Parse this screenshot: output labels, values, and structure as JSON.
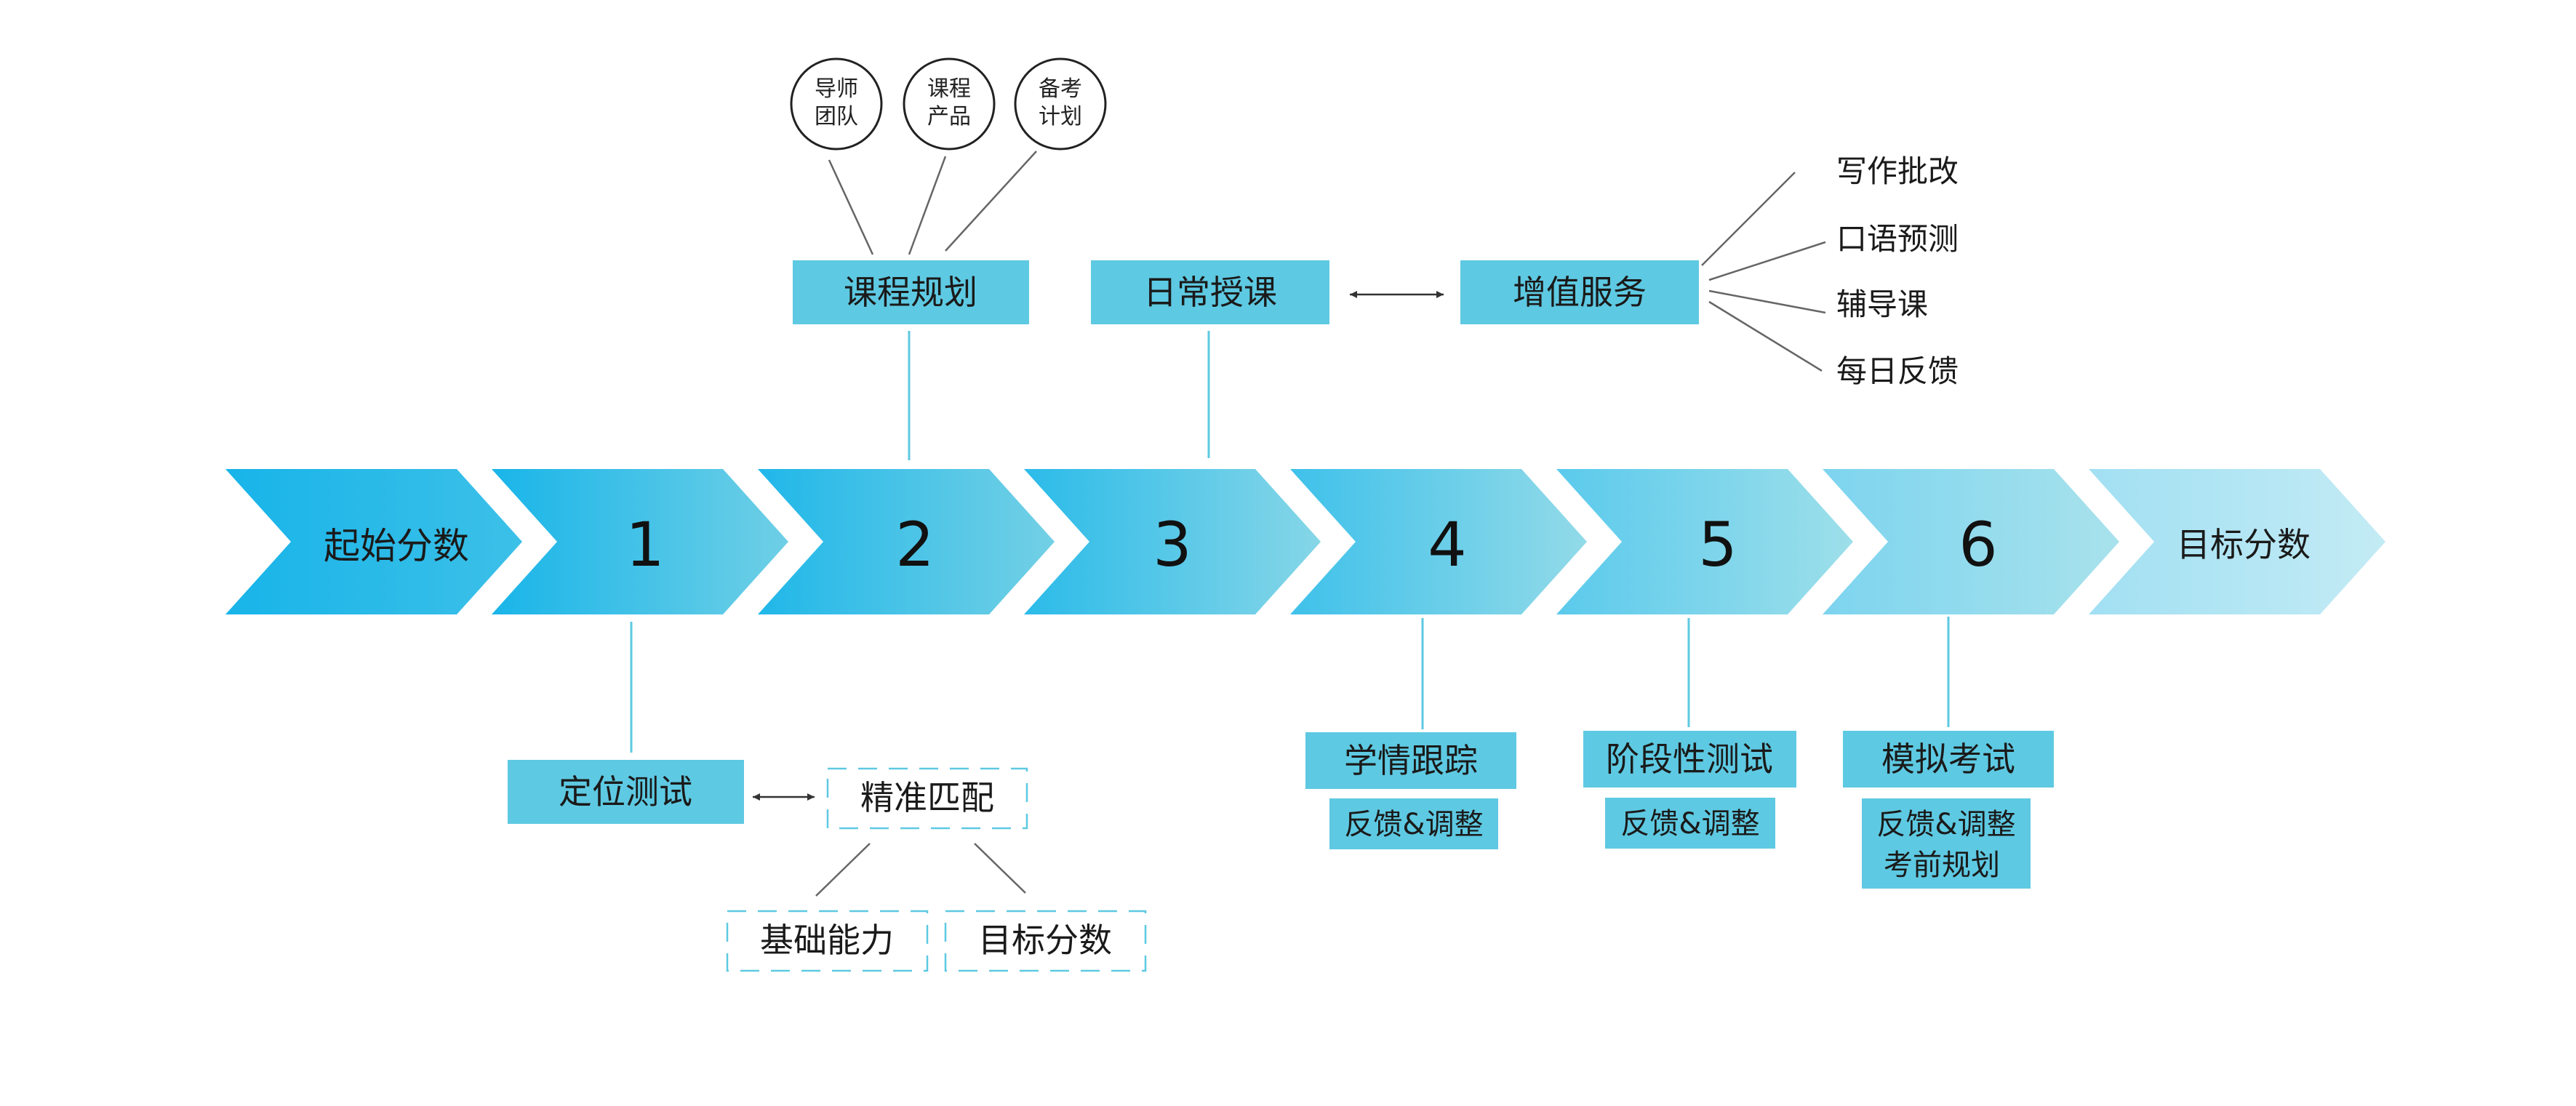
{
  "chevrons": [
    {
      "label": "起始分数"
    },
    {
      "label": "1"
    },
    {
      "label": "2"
    },
    {
      "label": "3"
    },
    {
      "label": "4"
    },
    {
      "label": "5"
    },
    {
      "label": "6"
    },
    {
      "label": "目标分数"
    }
  ],
  "top": {
    "circles": [
      {
        "line1": "导师",
        "line2": "团队"
      },
      {
        "line1": "课程",
        "line2": "产品"
      },
      {
        "line1": "备考",
        "line2": "计划"
      }
    ],
    "course_planning": "课程规划",
    "daily_teaching": "日常授课",
    "value_added": "增值服务",
    "services": [
      "写作批改",
      "口语预测",
      "辅导课",
      "每日反馈"
    ]
  },
  "bottom": {
    "placement_test": "定位测试",
    "precise_match": "精准匹配",
    "basic_ability": "基础能力",
    "target_score": "目标分数",
    "tracking": {
      "title": "学情跟踪",
      "sub": "反馈&调整"
    },
    "stage_test": {
      "title": "阶段性测试",
      "sub": "反馈&调整"
    },
    "mock_exam": {
      "title": "模拟考试",
      "sub1": "反馈&调整",
      "sub2": "考前规划"
    }
  },
  "colors": {
    "box": "#5ec9e2",
    "line": "#5ec9e2",
    "chevron_dark": "#18b4e9",
    "chevron_light": "#b9e8f3",
    "dashed": "#5ec9e2",
    "connector": "#666666"
  }
}
